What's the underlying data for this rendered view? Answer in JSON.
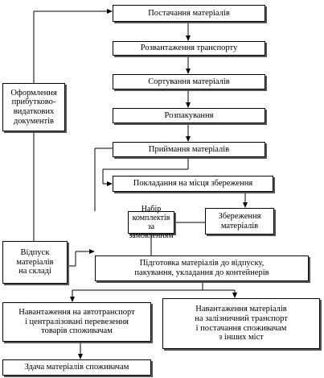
{
  "diagram": {
    "nodes": {
      "supply": "Постачання матеріалів",
      "unloading": "Розвантаження транспорту",
      "sorting": "Сортування матеріалів",
      "unpacking": "Розпакування",
      "receiving": "Приймання матеріалів",
      "placing": "Покладання на місця збереження",
      "kitting": "Набір комплектів\nза замовленням",
      "storage": "Збереження\nматеріалів",
      "documents": "Оформлення\nприбутково-\nвидаткових\nдокументів",
      "dispatch": "Відпуск\nматеріалів\nна складі",
      "preparation": "Підготовка матеріалів до відпуску,\nпакування, укладання до контейнерів",
      "truck_loading": "Навантаження на автотранспорт\nі централізовані перевезення\nтоварів споживачам",
      "rail_loading": "Навантаження матеріалів\nна залізничний транспорт\nі постачання споживачам\nз інших міст",
      "handover": "Здача матеріалів споживачам"
    }
  }
}
